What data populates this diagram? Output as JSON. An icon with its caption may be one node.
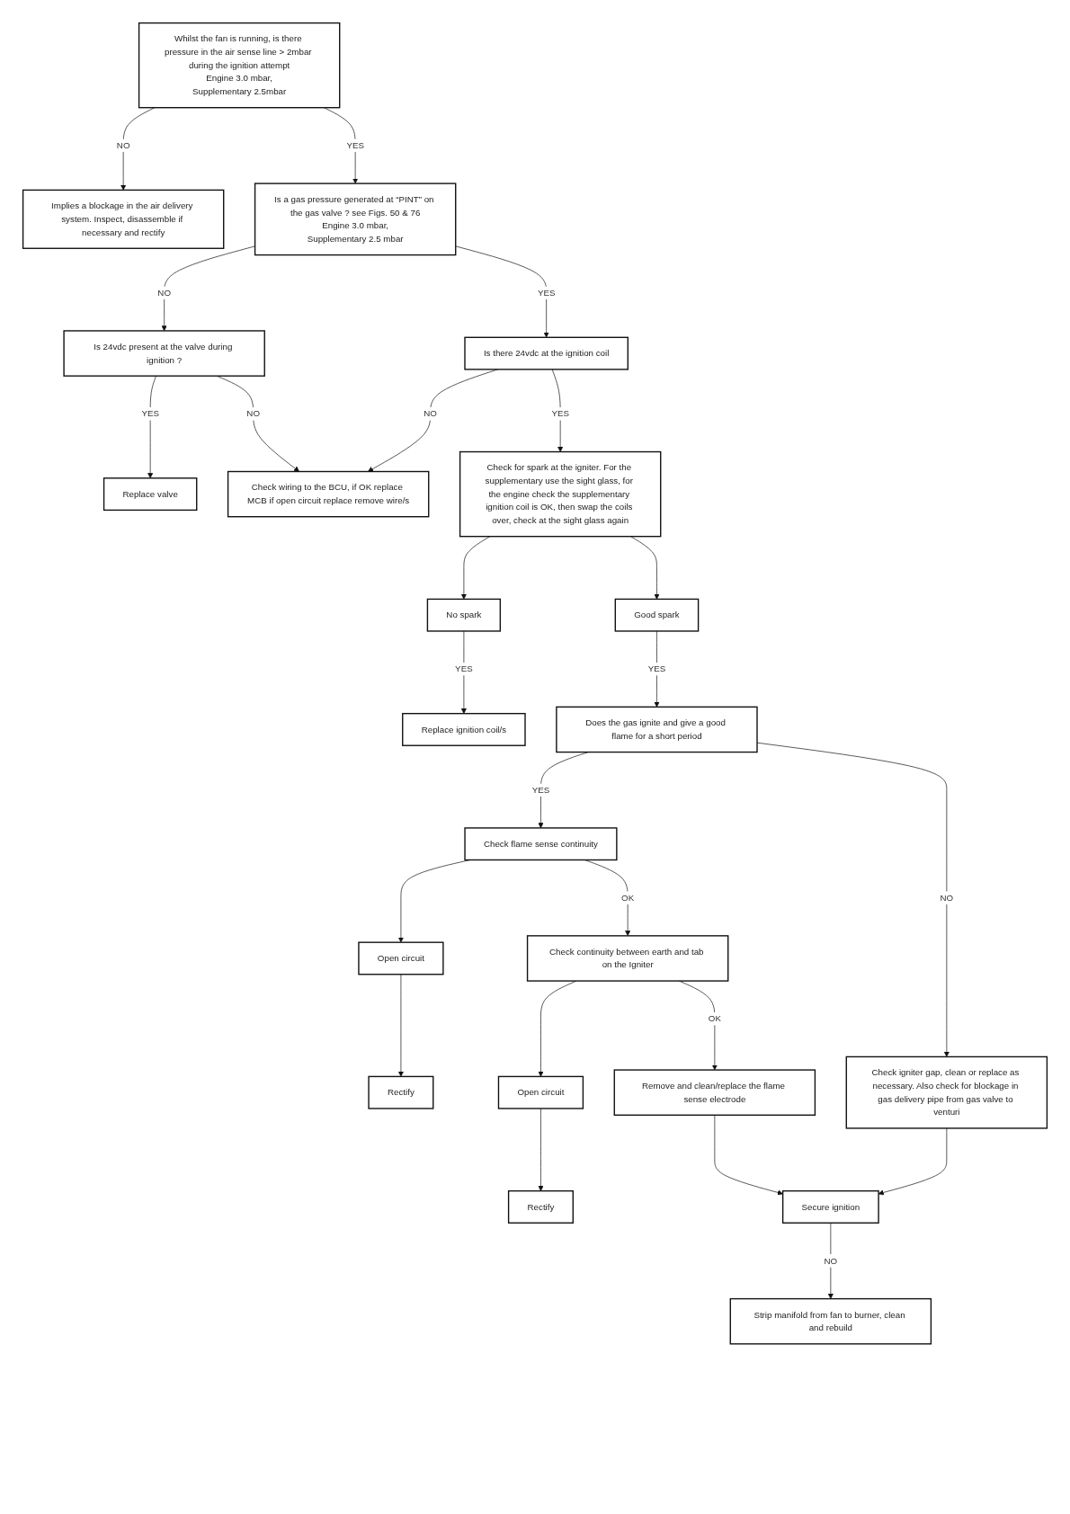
{
  "diagram": {
    "nodes": [
      {
        "text": [
          "Whilst the fan is running, is there pressure in the air sense line > 2mbar during the ignition attempt",
          "Engine 3.0 mbar,",
          "Supplementary 2.5mbar"
        ]
      },
      {
        "text": [
          "Implies a blockage in the air delivery system. Inspect, disassemble if necessary and rectify"
        ]
      },
      {
        "text": [
          "Is a gas pressure generated at “PINT” on the gas valve ? see Figs. 50 & 76",
          "Engine 3.0 mbar,",
          "Supplementary 2.5 mbar"
        ]
      },
      {
        "text": [
          "Is 24vdc present at the valve during ignition ?"
        ]
      },
      {
        "text": [
          "Replace valve"
        ]
      },
      {
        "text": [
          "Is there 24vdc at the ignition coil"
        ]
      },
      {
        "text": [
          "Check wiring to the BCU, if OK replace MCB if open circuit replace remove wire/s"
        ]
      },
      {
        "text": [
          "Check for spark at the igniter. For the supplementary use the sight glass, for the engine check the supplementary ignition coil is OK, then swap the coils over, check at the sight glass again"
        ]
      },
      {
        "text": [
          "No spark"
        ]
      },
      {
        "text": [
          "Replace ignition coil/s"
        ]
      },
      {
        "text": [
          "Rectify"
        ]
      },
      {
        "text": [
          "Open circuit"
        ]
      },
      {
        "text": [
          "Good spark"
        ]
      },
      {
        "text": [
          "Does the gas ignite and give a good flame for a short period"
        ]
      },
      {
        "text": [
          "Check flame sense continuity"
        ]
      },
      {
        "text": [
          "Check continuity between earth and tab on the Igniter"
        ]
      },
      {
        "text": [
          "Open circuit"
        ]
      },
      {
        "text": [
          "Rectify"
        ]
      },
      {
        "text": [
          "Check igniter gap, clean or replace as necessary. Also check for blockage in gas delivery pipe from gas valve to venturi"
        ]
      },
      {
        "text": [
          "Remove and clean/replace the flame sense electrode"
        ]
      },
      {
        "text": [
          "Secure ignition"
        ]
      },
      {
        "text": [
          "Strip manifold from fan to burner, clean and rebuild"
        ]
      }
    ],
    "edges": [
      {
        "from": 0,
        "to": 1,
        "arrow": "to",
        "label": "NO"
      },
      {
        "from": 0,
        "to": 2,
        "arrow": "to",
        "label": "YES"
      },
      {
        "from": 2,
        "to": 3,
        "arrow": "to",
        "label": "NO"
      },
      {
        "from": 3,
        "to": 4,
        "arrow": "to",
        "label": "YES"
      },
      {
        "from": 3,
        "to": 6,
        "arrow": "to",
        "label": "NO"
      },
      {
        "from": 2,
        "to": 5,
        "arrow": "to",
        "label": "YES"
      },
      {
        "from": 5,
        "to": 6,
        "arrow": "to",
        "label": "NO"
      },
      {
        "from": 5,
        "to": 7,
        "arrow": "to",
        "label": "YES"
      },
      {
        "from": 7,
        "to": 8,
        "arrow": "to"
      },
      {
        "from": 8,
        "to": 9,
        "arrow": "to",
        "label": "YES"
      },
      {
        "from": 7,
        "to": 12,
        "arrow": "to"
      },
      {
        "from": 12,
        "to": 13,
        "arrow": "to",
        "label": "YES"
      },
      {
        "from": 13,
        "to": 14,
        "arrow": "to",
        "label": "YES"
      },
      {
        "from": 14,
        "to": 11,
        "arrow": "to"
      },
      {
        "from": 11,
        "to": 10,
        "arrow": "to"
      },
      {
        "from": 14,
        "to": 15,
        "arrow": "to",
        "label": "OK"
      },
      {
        "from": 15,
        "to": 16,
        "arrow": "to"
      },
      {
        "from": 16,
        "to": 17,
        "arrow": "to"
      },
      {
        "from": 15,
        "to": 19,
        "arrow": "to",
        "label": "OK"
      },
      {
        "from": 13,
        "to": 18,
        "arrow": "to",
        "label": "NO"
      },
      {
        "from": 18,
        "to": 20,
        "arrow": "to"
      },
      {
        "from": 19,
        "to": 20,
        "arrow": "to"
      },
      {
        "from": 20,
        "to": 21,
        "arrow": "to",
        "label": "NO"
      }
    ]
  }
}
